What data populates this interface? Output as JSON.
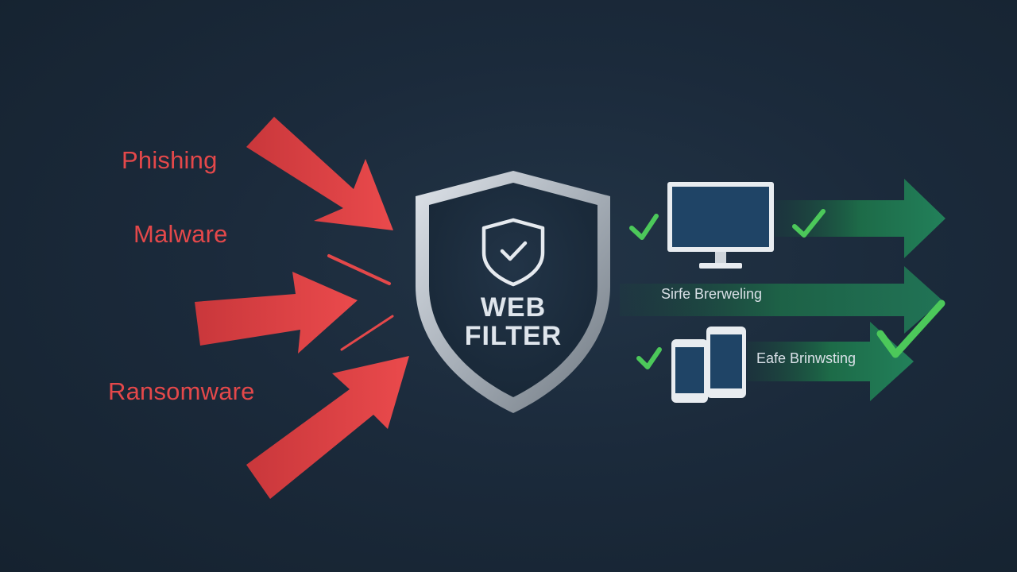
{
  "threats": {
    "phishing": "Phishing",
    "malware": "Malware",
    "ransomware": "Ransomware"
  },
  "shield": {
    "line1": "WEB",
    "line2": "FILTER"
  },
  "outputs": {
    "desktop_label": "Sirfe Brerweling",
    "mobile_label": "Eafe Brinwsting"
  },
  "colors": {
    "background": "#1b2a3b",
    "threat_red": "#e4484a",
    "safe_green": "#1f7a4f",
    "check_green": "#4cc85a",
    "shield_border": "#b9c0c8"
  },
  "icons": {
    "threat_arrow": "red-arrow-icon",
    "shield": "shield-icon",
    "shield_check": "shield-check-icon",
    "desktop": "monitor-icon",
    "mobile": "smartphone-icon",
    "check": "check-icon"
  }
}
